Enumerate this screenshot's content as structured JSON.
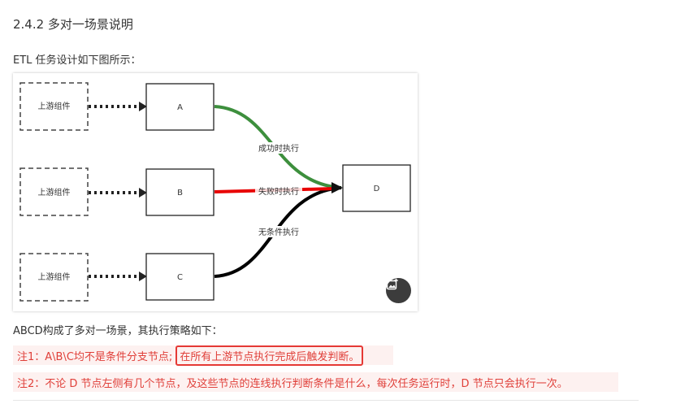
{
  "section": {
    "heading": "2.4.2 多对一场景说明",
    "intro": "ETL 任务设计如下图所示：",
    "after_figure": "ABCD构成了多对一场景，其执行策略如下："
  },
  "diagram": {
    "upstream_labels": [
      "上游组件",
      "上游组件",
      "上游组件"
    ],
    "nodes": {
      "a": "A",
      "b": "B",
      "c": "C",
      "d": "D"
    },
    "edges": {
      "success": "成功时执行",
      "failure": "失败时执行",
      "unconditional": "无条件执行"
    },
    "colors": {
      "success": "#3d8f3d",
      "failure": "#e80000",
      "unconditional": "#000000"
    },
    "action_icon": "image-edit-icon"
  },
  "notes": {
    "note1_prefix": "注1：A\\B\\C均不是条件分支节点;",
    "note1_highlight": "在所有上游节点执行完成后触发判断。",
    "note2": "注2：不论 D 节点左侧有几个节点，及这些节点的连线执行判断条件是什么，每次任务运行时，D 节点只会执行一次。"
  }
}
